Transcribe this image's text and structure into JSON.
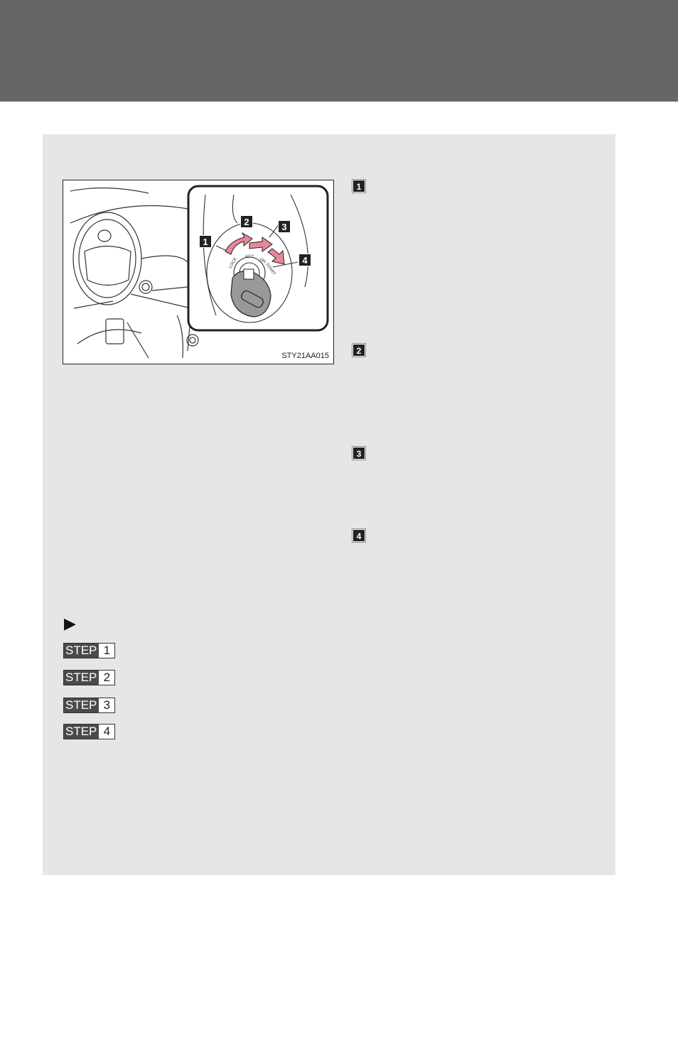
{
  "figure": {
    "code": "STY21AA015",
    "callouts": [
      "1",
      "2",
      "3",
      "4"
    ],
    "switch_labels": [
      "LOCK",
      "ACC",
      "ON",
      "START"
    ]
  },
  "markers": [
    "1",
    "2",
    "3",
    "4"
  ],
  "steps": [
    {
      "label": "STEP",
      "number": "1"
    },
    {
      "label": "STEP",
      "number": "2"
    },
    {
      "label": "STEP",
      "number": "3"
    },
    {
      "label": "STEP",
      "number": "4"
    }
  ],
  "colors": {
    "header": "#666666",
    "panel": "#e6e6e6",
    "accent_arrow": "#e8879a"
  },
  "icons": {
    "pointer": "triangle-right-icon"
  }
}
